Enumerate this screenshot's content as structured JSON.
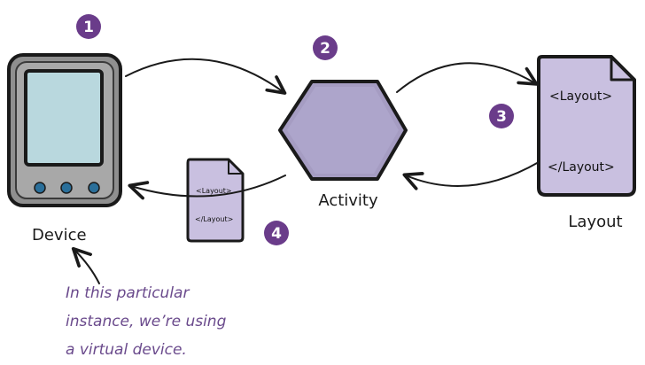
{
  "badges": {
    "one": "1",
    "two": "2",
    "three": "3",
    "four": "4"
  },
  "labels": {
    "device": "Device",
    "activity": "Activity",
    "layout": "Layout"
  },
  "documents": {
    "small_open_tag": "<Layout>",
    "small_close_tag": "</Layout>",
    "large_open_tag": "<Layout>",
    "large_close_tag": "</Layout>"
  },
  "annotation": {
    "line1": "In this particular",
    "line2": "instance, we’re using",
    "line3": "a virtual device."
  },
  "colors": {
    "badge": "#6a3c8a",
    "device_body": "#9a9a9a",
    "device_screen": "#b9d8de",
    "device_buttons": "#2a6f9a",
    "activity_fill": "#a59cc2",
    "document_fill": "#c9c0e0",
    "annotation_text": "#6a4a8c"
  },
  "icons": {
    "device": "phone-device-icon",
    "activity": "hexagon-activity-icon",
    "layout": "layout-document-icon"
  }
}
